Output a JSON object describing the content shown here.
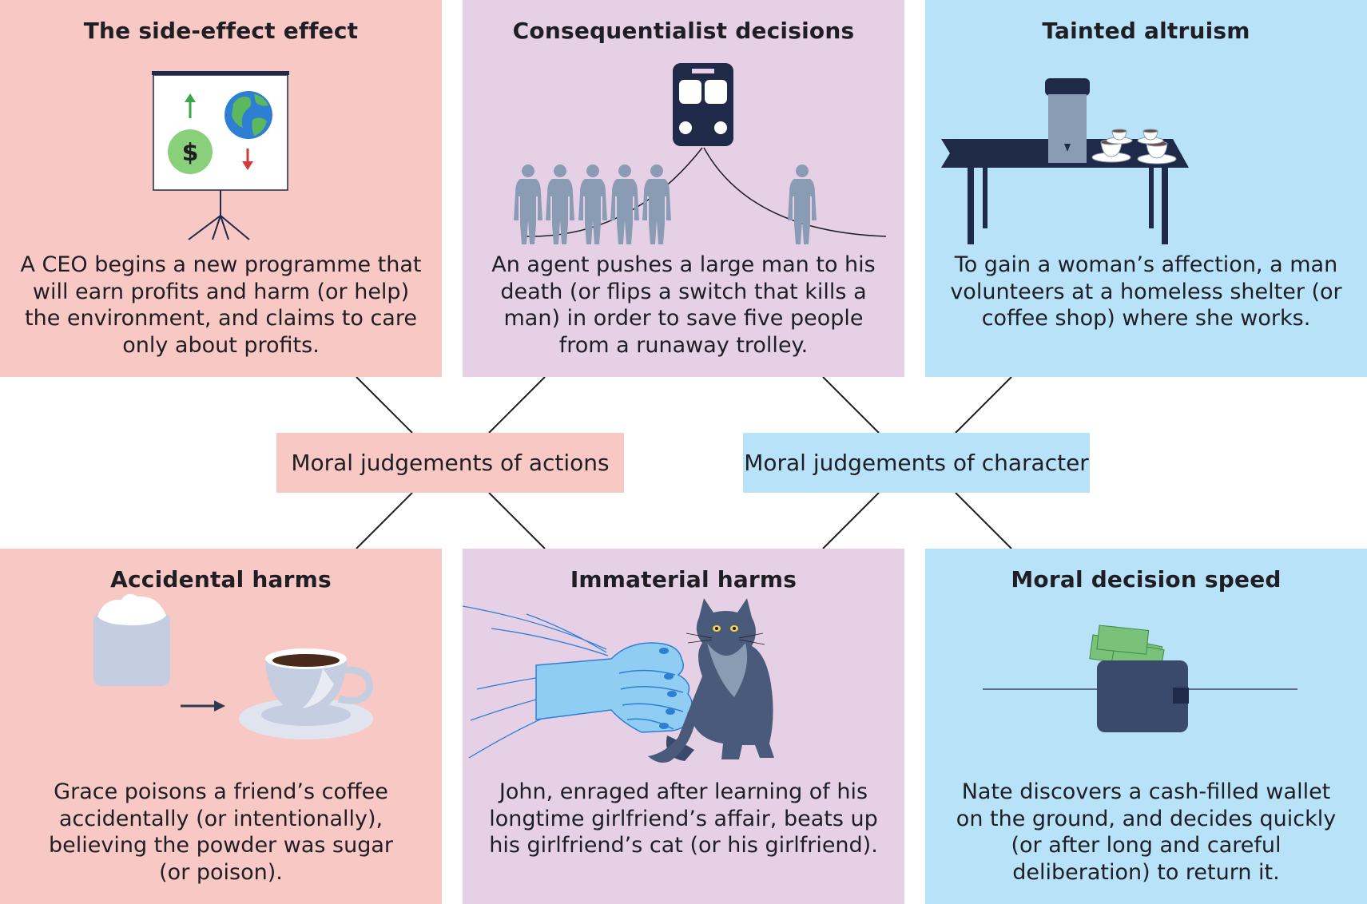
{
  "panels": {
    "side_effect": {
      "title": "The side-effect effect",
      "desc_lines": [
        "A CEO begins a new programme that",
        "will earn profits and harm (or help)",
        "the environment, and claims to care",
        "only about profits."
      ],
      "dollar_symbol": "$"
    },
    "consequentialist": {
      "title": "Consequentialist decisions",
      "desc_lines": [
        "An agent pushes a large man to his",
        "death (or flips a switch that kills a",
        "man) in order to save five people",
        "from a runaway trolley."
      ]
    },
    "tainted": {
      "title": "Tainted altruism",
      "desc_lines": [
        "To gain a woman’s affection, a man",
        "volunteers at a homeless shelter (or",
        "coffee shop) where she works."
      ]
    },
    "accidental": {
      "title": "Accidental harms",
      "desc_lines": [
        "Grace poisons a friend’s coffee",
        "accidentally (or intentionally),",
        "believing the powder was sugar",
        "(or poison)."
      ]
    },
    "immaterial": {
      "title": "Immaterial harms",
      "desc_lines": [
        "John, enraged after learning of his",
        "longtime girlfriend’s affair, beats up",
        "his girlfriend’s cat (or his girlfriend)."
      ]
    },
    "speed": {
      "title": "Moral decision speed",
      "desc_lines": [
        "Nate discovers a cash-filled wallet",
        "on the ground, and decides quickly",
        "(or after long and careful",
        "deliberation) to return it."
      ]
    }
  },
  "center": {
    "actions": "Moral judgements of actions",
    "character": "Moral judgements of character"
  },
  "colors": {
    "actions_pink": "#f8c8c4",
    "decisions_purple": "#e6d0e6",
    "character_blue": "#b8e2f8",
    "navy": "#1e2a48"
  },
  "icons": [
    "presentation-board-icon",
    "train-icon",
    "person-silhouette-icon",
    "table-icon",
    "coffee-urn-icon",
    "teacup-icon",
    "sugar-pot-icon",
    "arrow-right-icon",
    "coffee-cup-icon",
    "fist-icon",
    "cat-icon",
    "wallet-icon",
    "cash-icon"
  ]
}
